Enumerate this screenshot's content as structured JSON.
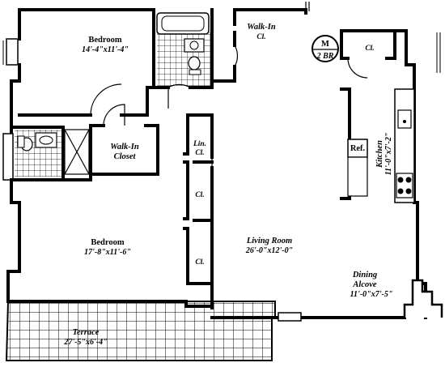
{
  "unit_badge": {
    "letter": "M",
    "subtitle": "2 BR"
  },
  "rooms": {
    "bedroom1": {
      "name": "Bedroom",
      "dims": "14'-4\"x11'-4\""
    },
    "walkin_cl": {
      "name": "Walk-In",
      "sub": "Cl."
    },
    "walkin_closet": {
      "name": "Walk-In",
      "sub": "Closet"
    },
    "lin_cl": {
      "name": "Lin.",
      "sub": "Cl."
    },
    "bedroom2": {
      "name": "Bedroom",
      "dims": "17'-8\"x11'-6\""
    },
    "living": {
      "name": "Living Room",
      "dims": "26'-0\"x12'-0\""
    },
    "dining": {
      "name": "Dining",
      "sub": "Alcove",
      "dims": "11'-0\"x7'-5\""
    },
    "kitchen": {
      "name": "Kitchen",
      "dims": "11'-0\"x7'-2\""
    },
    "terrace": {
      "name": "Terrace",
      "dims": "27'-5\"x6'-4\""
    }
  },
  "closets": {
    "cl_top": "Cl.",
    "cl_mid": "Cl.",
    "cl_low": "Cl."
  },
  "appliances": {
    "ref": "Ref."
  }
}
